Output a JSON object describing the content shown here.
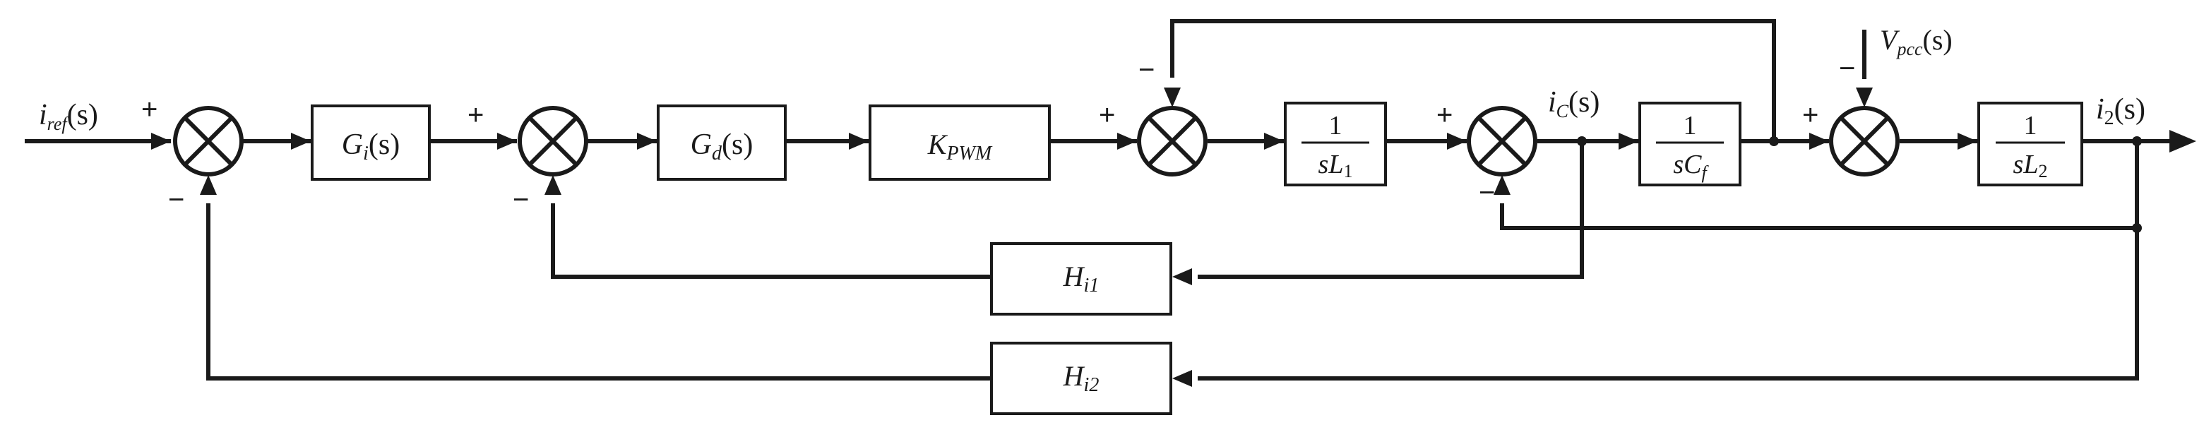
{
  "blocks": {
    "gi": {
      "main": "G",
      "sub": "i",
      "arg": "(s)"
    },
    "gd": {
      "main": "G",
      "sub": "d",
      "arg": "(s)"
    },
    "kpwm": {
      "main": "K",
      "sub": "PWM"
    },
    "l1": {
      "num": "1",
      "den": "sL",
      "den_sub": "1"
    },
    "cf": {
      "num": "1",
      "den": "sC",
      "den_sub": "f"
    },
    "l2": {
      "num": "1",
      "den": "sL",
      "den_sub": "2"
    },
    "hi1": {
      "main": "H",
      "sub": "i1"
    },
    "hi2": {
      "main": "H",
      "sub": "i2"
    }
  },
  "signals": {
    "iref": {
      "main": "i",
      "sub": "ref",
      "arg": "(s)"
    },
    "ic": {
      "main": "i",
      "sub": "C",
      "arg": "(s)"
    },
    "vpcc": {
      "main": "V",
      "sub": "pcc",
      "arg": "(s)"
    },
    "i2": {
      "main": "i",
      "sub": "2",
      "arg": "(s)"
    }
  },
  "signs": {
    "plus": "+",
    "minus": "−"
  }
}
